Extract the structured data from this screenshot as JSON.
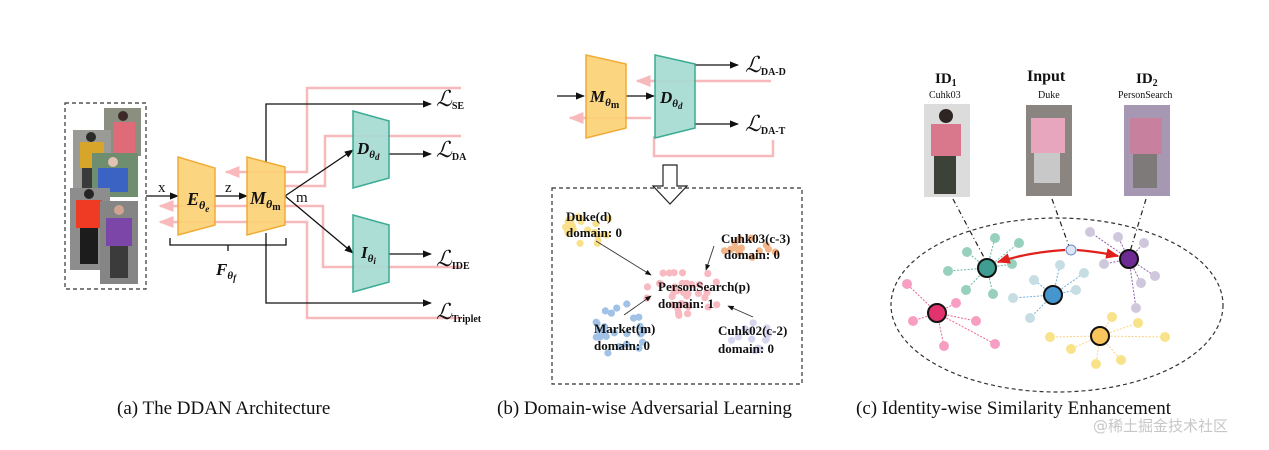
{
  "colors": {
    "module_yellow_fill": "#fcd277",
    "module_yellow_stroke": "#f0a628",
    "module_teal_fill": "#a7dcd3",
    "module_teal_stroke": "#2aa68a",
    "gradient_line": "#f8b9bd",
    "forward_line": "#111111",
    "red_arrow": "#e0201b"
  },
  "panel_a": {
    "caption": "(a) The DDAN Architecture",
    "input_label": "x",
    "feature_label": "z",
    "mid_label": "m",
    "encoder": {
      "symbol": "E",
      "sub": "θ",
      "subsub": "e"
    },
    "mapper": {
      "symbol": "M",
      "sub": "θ",
      "subsub": "m"
    },
    "discriminator": {
      "symbol": "D",
      "sub": "θ",
      "subsub": "d"
    },
    "identity": {
      "symbol": "I",
      "sub": "θ",
      "subsub": "i"
    },
    "brace": {
      "symbol": "F",
      "sub": "θ",
      "subsub": "f"
    },
    "losses": [
      {
        "symbol": "ℒ",
        "sub": "SE"
      },
      {
        "symbol": "ℒ",
        "sub": "DA"
      },
      {
        "symbol": "ℒ",
        "sub": "IDE"
      },
      {
        "symbol": "ℒ",
        "sub": "Triplet"
      }
    ]
  },
  "panel_b": {
    "caption": "(b) Domain-wise Adversarial Learning",
    "mapper": {
      "symbol": "M",
      "sub": "θ",
      "subsub": "m"
    },
    "discriminator": {
      "symbol": "D",
      "sub": "θ",
      "subsub": "d"
    },
    "losses": [
      {
        "symbol": "ℒ",
        "sub": "DA-D"
      },
      {
        "symbol": "ℒ",
        "sub": "DA-T"
      }
    ],
    "clusters": [
      {
        "name": "Duke(d)",
        "domain": "domain: 0",
        "color": "#fbe08a"
      },
      {
        "name": "Cuhk03(c-3)",
        "domain": "domain: 0",
        "color": "#f3b488"
      },
      {
        "name": "PersonSearch(p)",
        "domain": "domain: 1",
        "color": "#f8b9c0"
      },
      {
        "name": "Market(m)",
        "domain": "domain: 0",
        "color": "#9fc2e6"
      },
      {
        "name": "Cuhk02(c-2)",
        "domain": "domain: 0",
        "color": "#d6d6ef"
      }
    ]
  },
  "panel_c": {
    "caption": "(c) Identity-wise Similarity Enhancement",
    "samples": [
      {
        "title": "ID",
        "title_sub": "1",
        "dataset": "Cuhk03"
      },
      {
        "title": "Input",
        "title_sub": "",
        "dataset": "Duke"
      },
      {
        "title": "ID",
        "title_sub": "2",
        "dataset": "PersonSearch"
      }
    ],
    "centers": [
      {
        "id": "teal",
        "color": "#3f9e91",
        "leaf": "#97d0bd"
      },
      {
        "id": "purple",
        "color": "#6d2a92",
        "leaf": "#cfc8dc"
      },
      {
        "id": "blue",
        "color": "#4596cf",
        "leaf": "#c6dde3"
      },
      {
        "id": "pink",
        "color": "#e2336f",
        "leaf": "#f79fc2"
      },
      {
        "id": "yellow",
        "color": "#f9c459",
        "leaf": "#f8e38a"
      }
    ]
  },
  "watermark": "@稀土掘金技术社区"
}
